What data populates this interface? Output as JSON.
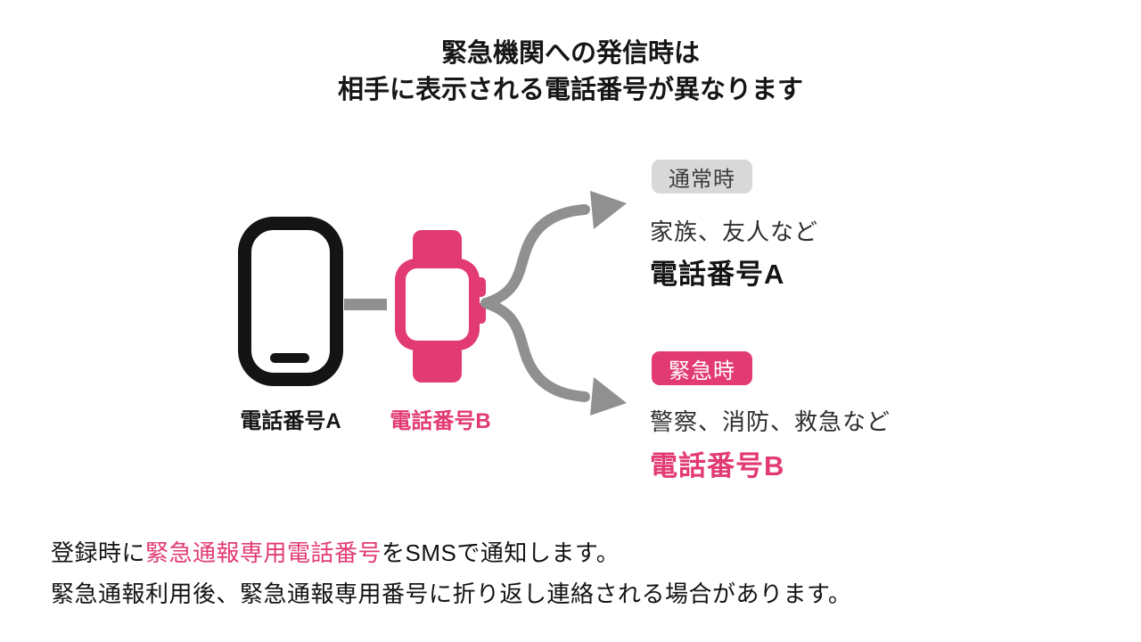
{
  "title": {
    "line1": "緊急機関への発信時は",
    "line2": "相手に表示される電話番号が異なります"
  },
  "devices": {
    "phone_label": "電話番号A",
    "watch_label": "電話番号B"
  },
  "branches": {
    "normal": {
      "badge": "通常時",
      "recipients": "家族、友人など",
      "number": "電話番号A"
    },
    "emergency": {
      "badge": "緊急時",
      "recipients": "警察、消防、救急など",
      "number": "電話番号B"
    }
  },
  "notes": {
    "line1_prefix": "登録時に",
    "line1_highlight": "緊急通報専用電話番号",
    "line1_suffix": "をSMSで通知します。",
    "line2": "緊急通報利用後、緊急通報専用番号に折り返し連絡される場合があります。"
  },
  "colors": {
    "accent_pink": "#e23a72",
    "arrow_gray": "#909090",
    "badge_gray_bg": "#d8d8d8",
    "badge_gray_text": "#3c3c3c",
    "text_black": "#161616"
  }
}
